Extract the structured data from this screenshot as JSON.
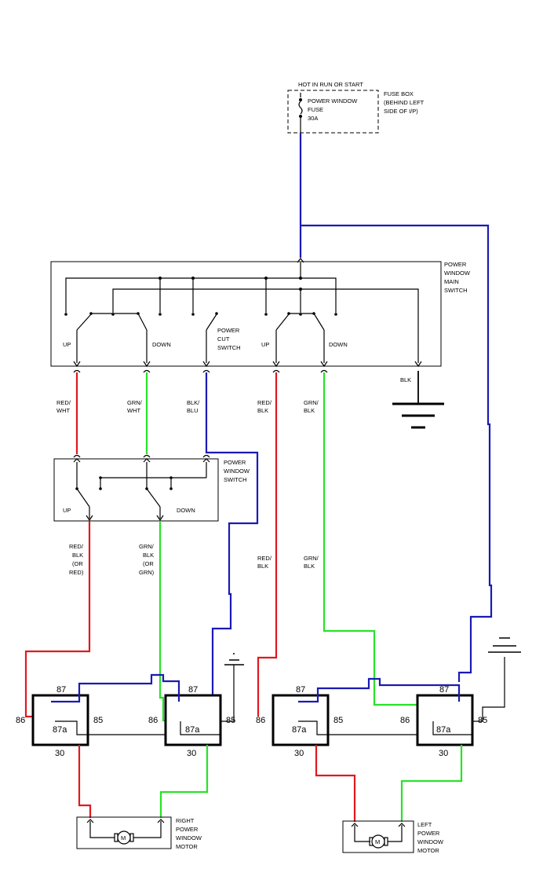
{
  "fuse_box": {
    "header": "HOT IN RUN OR START",
    "fuse_line1": "POWER WINDOW",
    "fuse_line2": "FUSE",
    "fuse_line3": "30A",
    "desc_line1": "FUSE BOX",
    "desc_line2": "(BEHIND LEFT",
    "desc_line3": "SIDE OF I/P)"
  },
  "main_switch": {
    "title_line1": "POWER",
    "title_line2": "WINDOW",
    "title_line3": "MAIN",
    "title_line4": "SWITCH",
    "up_left": "UP",
    "down_left": "DOWN",
    "cut_line1": "POWER",
    "cut_line2": "CUT",
    "cut_line3": "SWITCH",
    "up_right": "UP",
    "down_right": "DOWN"
  },
  "wires": {
    "red_wht_1": "RED/",
    "red_wht_2": "WHT",
    "grn_wht_1": "GRN/",
    "grn_wht_2": "WHT",
    "blk_blu_1": "BLK/",
    "blk_blu_2": "BLU",
    "red_blk_1": "RED/",
    "red_blk_2": "BLK",
    "grn_blk_1": "GRN/",
    "grn_blk_2": "BLK",
    "blk": "BLK",
    "pw_red_1": "RED/",
    "pw_red_2": "BLK",
    "pw_red_3": "(OR",
    "pw_red_4": "RED)",
    "pw_grn_1": "GRN/",
    "pw_grn_2": "BLK",
    "pw_grn_3": "(OR",
    "pw_grn_4": "GRN)",
    "left_red_1": "RED/",
    "left_red_2": "BLK",
    "left_grn_1": "GRN/",
    "left_grn_2": "BLK"
  },
  "pw_switch": {
    "title_line1": "POWER",
    "title_line2": "WINDOW",
    "title_line3": "SWITCH",
    "up": "UP",
    "down": "DOWN"
  },
  "relays": {
    "r1": {
      "p87": "87",
      "p87a": "87a",
      "p86": "86",
      "p85": "85",
      "p30": "30"
    },
    "r2": {
      "p87": "87",
      "p87a": "87a",
      "p86": "86",
      "p85": "85",
      "p30": "30"
    },
    "r3": {
      "p87": "87",
      "p87a": "87a",
      "p86": "86",
      "p85": "85",
      "p30": "30"
    },
    "r4": {
      "p87": "87",
      "p87a": "87a",
      "p86": "86",
      "p85": "85",
      "p30": "30"
    }
  },
  "motors": {
    "right": {
      "symbol": "M",
      "line1": "RIGHT",
      "line2": "POWER",
      "line3": "WINDOW",
      "line4": "MOTOR"
    },
    "left": {
      "symbol": "M",
      "line1": "LEFT",
      "line2": "POWER",
      "line3": "WINDOW",
      "line4": "MOTOR"
    }
  },
  "colors": {
    "red": "#e0191e",
    "green": "#27e327",
    "blue": "#1a1ab4",
    "black": "#000000"
  }
}
